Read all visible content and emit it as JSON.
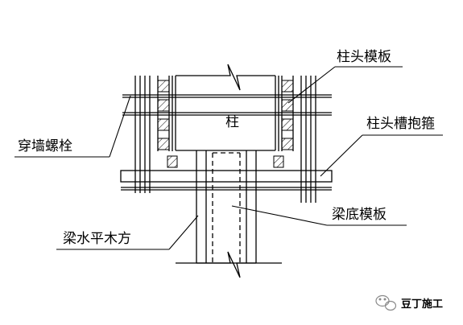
{
  "diagram": {
    "labels": {
      "column": "柱",
      "column_head_formwork": "柱头模板",
      "wall_through_bolt": "穿墙螺栓",
      "column_head_groove_hoop": "柱头槽抱箍",
      "beam_bottom_formwork": "梁底模板",
      "beam_horizontal_timber": "梁水平木方"
    },
    "watermark": "豆丁施工"
  }
}
